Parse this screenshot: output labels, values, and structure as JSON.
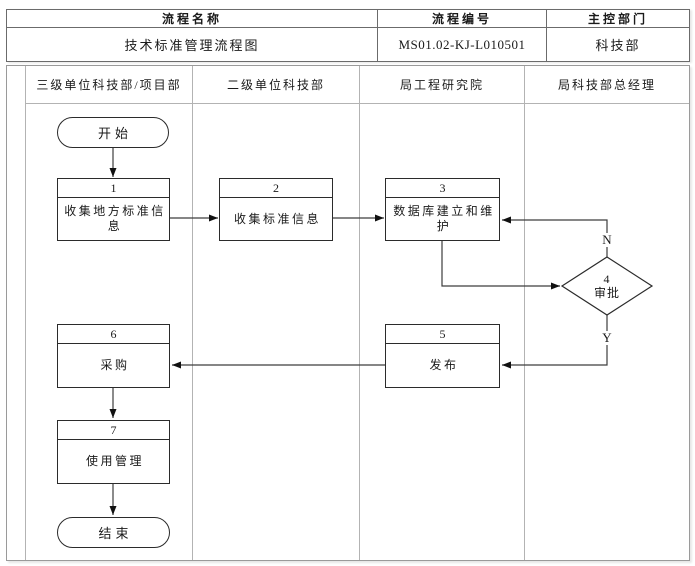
{
  "header": {
    "columns": [
      {
        "label": "流程名称",
        "value": "技术标准管理流程图"
      },
      {
        "label": "流程编号",
        "value": "MS01.02-KJ-L010501"
      },
      {
        "label": "主控部门",
        "value": "科技部"
      }
    ]
  },
  "lanes": [
    {
      "label": "三级单位科技部/项目部"
    },
    {
      "label": "二级单位科技部"
    },
    {
      "label": "局工程研究院"
    },
    {
      "label": "局科技部总经理"
    }
  ],
  "flowchart": {
    "nodes": {
      "start": {
        "label": "开始"
      },
      "step1": {
        "number": "1",
        "label": "收集地方标准信\n息"
      },
      "step2": {
        "number": "2",
        "label": "收集标准信息"
      },
      "step3": {
        "number": "3",
        "label": "数据库建立和维\n护"
      },
      "step4": {
        "number": "4",
        "label": "审批"
      },
      "step5": {
        "number": "5",
        "label": "发布"
      },
      "step6": {
        "number": "6",
        "label": "采购"
      },
      "step7": {
        "number": "7",
        "label": "使用管理"
      },
      "end": {
        "label": "结束"
      }
    },
    "branch_labels": {
      "no": "N",
      "yes": "Y"
    }
  },
  "colors": {
    "border_dark": "#6b6b6b",
    "border_light": "#b3b3b3",
    "shape_border": "#2b2b2b",
    "line": "#3d3d3d",
    "text": "#1a1a1a",
    "bg": "#ffffff"
  }
}
